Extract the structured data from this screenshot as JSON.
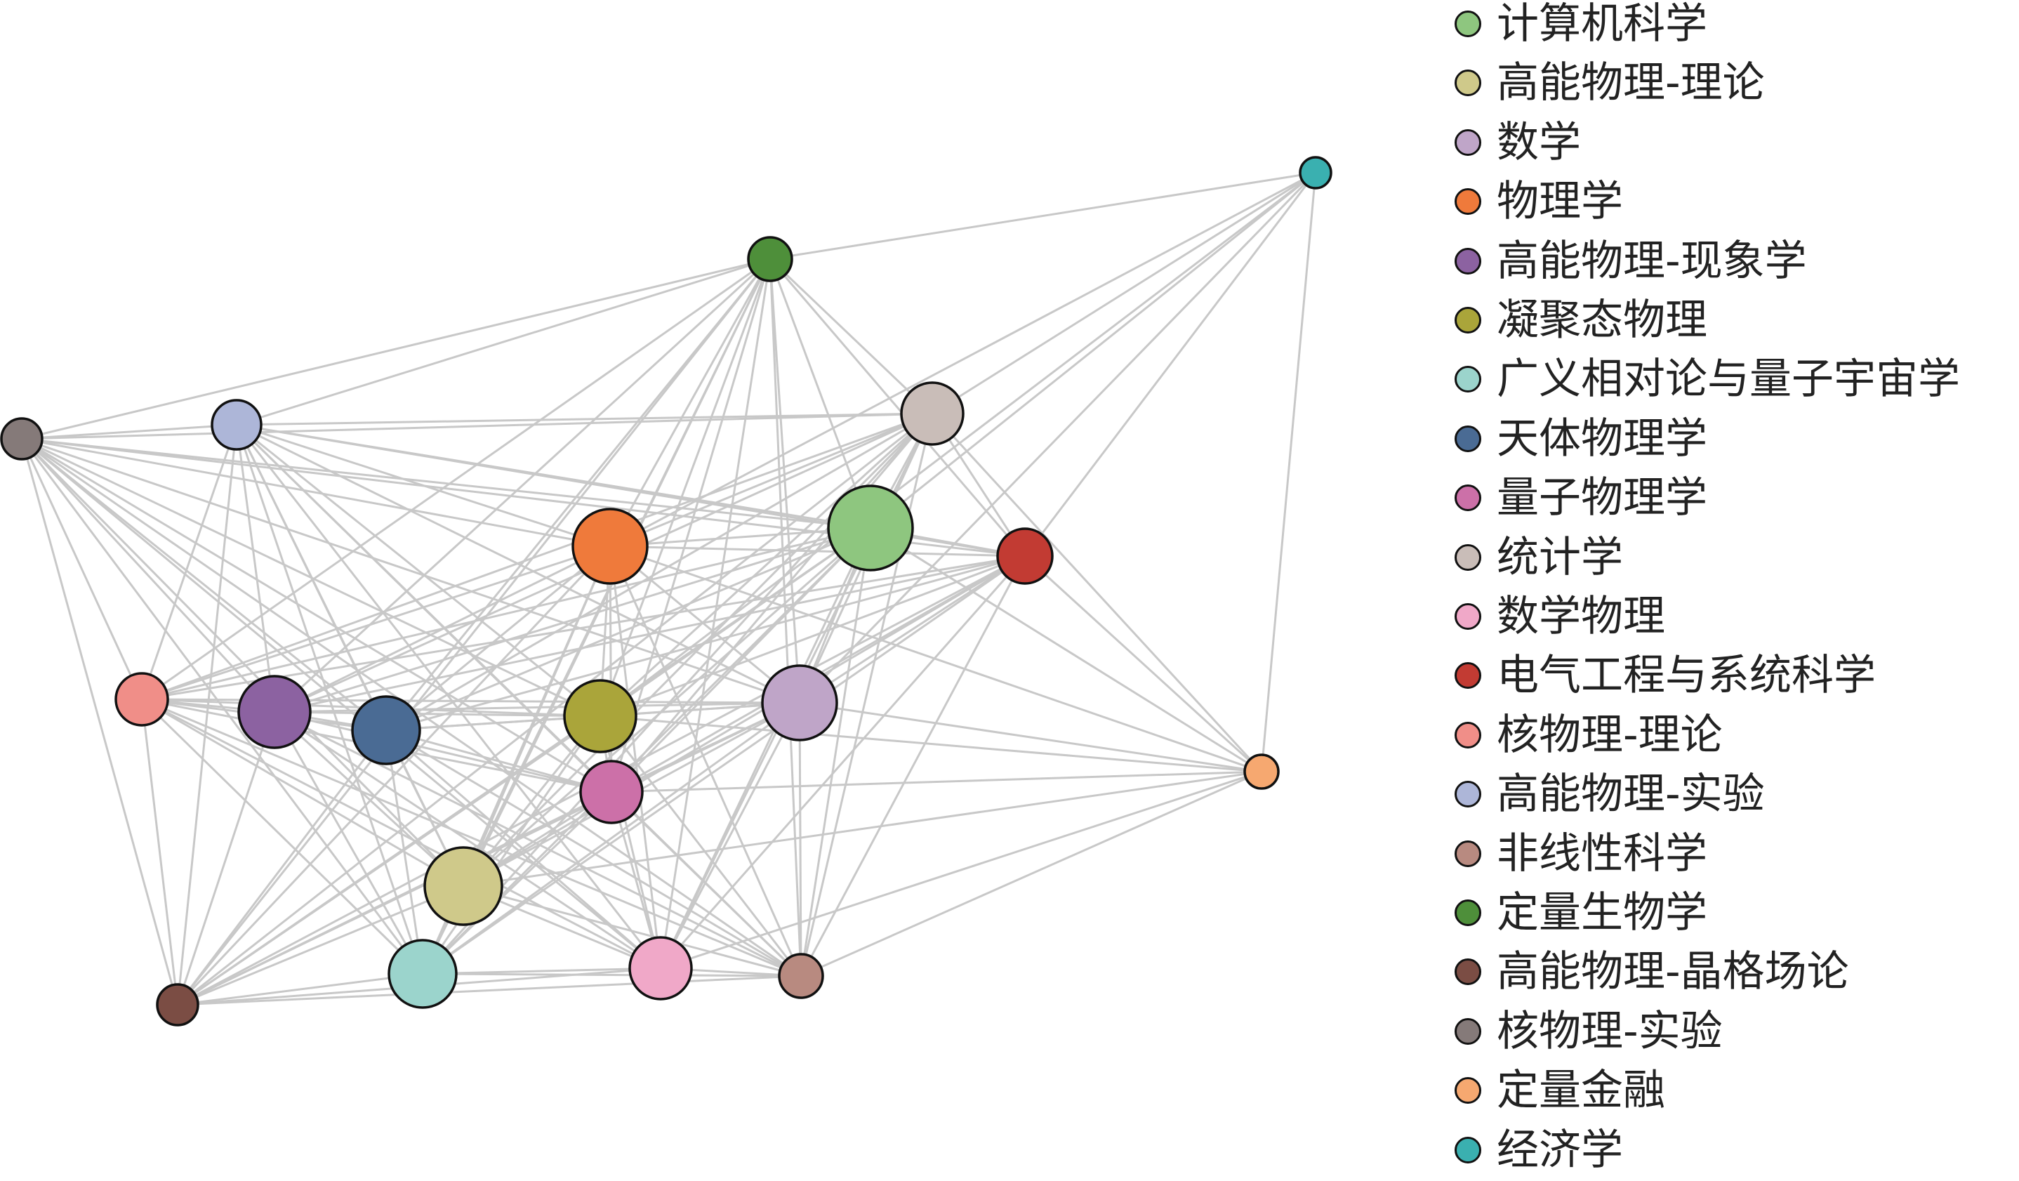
{
  "nodes": [
    {
      "label": "计算机科学",
      "color": "#8ec67f"
    },
    {
      "label": "高能物理-理论",
      "color": "#cfc98a"
    },
    {
      "label": "数学",
      "color": "#bfa5c8"
    },
    {
      "label": "物理学",
      "color": "#ef7a3b"
    },
    {
      "label": "高能物理-现象学",
      "color": "#8c62a1"
    },
    {
      "label": "凝聚态物理",
      "color": "#aaa53a"
    },
    {
      "label": "广义相对论与量子宇宙学",
      "color": "#9bd4cc"
    },
    {
      "label": "天体物理学",
      "color": "#4a6b94"
    },
    {
      "label": "量子物理学",
      "color": "#cc70a8"
    },
    {
      "label": "统计学",
      "color": "#c9bdb8"
    },
    {
      "label": "数学物理",
      "color": "#f0a8c8"
    },
    {
      "label": "电气工程与系统科学",
      "color": "#c23b33"
    },
    {
      "label": "核物理-理论",
      "color": "#f08e88"
    },
    {
      "label": "高能物理-实验",
      "color": "#adb6d8"
    },
    {
      "label": "非线性科学",
      "color": "#b88a80"
    },
    {
      "label": "定量生物学",
      "color": "#4e8f3a"
    },
    {
      "label": "高能物理-晶格场论",
      "color": "#7b4d44"
    },
    {
      "label": "核物理-实验",
      "color": "#857a79"
    },
    {
      "label": "定量金融",
      "color": "#f6a870"
    },
    {
      "label": "经济学",
      "color": "#3ab0b0"
    }
  ],
  "edges_adjacency": [
    [
      1,
      2,
      3,
      4,
      5,
      6,
      7,
      8,
      9,
      10,
      11,
      12,
      13,
      14,
      15,
      16,
      17,
      18,
      19
    ],
    [
      2,
      3,
      4,
      5,
      6,
      7,
      8,
      9,
      10,
      11,
      12,
      13,
      14,
      15,
      16,
      17,
      18
    ],
    [
      3,
      4,
      5,
      6,
      7,
      8,
      9,
      10,
      11,
      12,
      13,
      14,
      15,
      16,
      17,
      18,
      19
    ],
    [
      4,
      5,
      6,
      7,
      8,
      9,
      10,
      11,
      12,
      13,
      14,
      15,
      16,
      17,
      18,
      19
    ],
    [
      5,
      6,
      7,
      8,
      9,
      10,
      11,
      12,
      13,
      14,
      15,
      16,
      17
    ],
    [
      6,
      7,
      8,
      9,
      10,
      11,
      12,
      13,
      14,
      15,
      16,
      17,
      18,
      19
    ],
    [
      7,
      8,
      9,
      10,
      11,
      12,
      13,
      14,
      15,
      16,
      17
    ],
    [
      8,
      9,
      10,
      11,
      12,
      13,
      14,
      15,
      16,
      17
    ],
    [
      9,
      10,
      11,
      12,
      13,
      14,
      15,
      16,
      17,
      18
    ],
    [
      10,
      11,
      12,
      13,
      14,
      15,
      16,
      17,
      18,
      19
    ],
    [
      11,
      12,
      13,
      14,
      15,
      16,
      17,
      18
    ],
    [
      12,
      13,
      14,
      15,
      16,
      17,
      18,
      19
    ],
    [
      13,
      14,
      15,
      16,
      17
    ],
    [
      14,
      15,
      16,
      17
    ],
    [
      15,
      16,
      17,
      18
    ],
    [
      16,
      17,
      19
    ],
    [
      17
    ],
    [],
    [
      19
    ],
    []
  ],
  "colors": {
    "edge": "#c8c8c8",
    "node_stroke": "#111111"
  }
}
